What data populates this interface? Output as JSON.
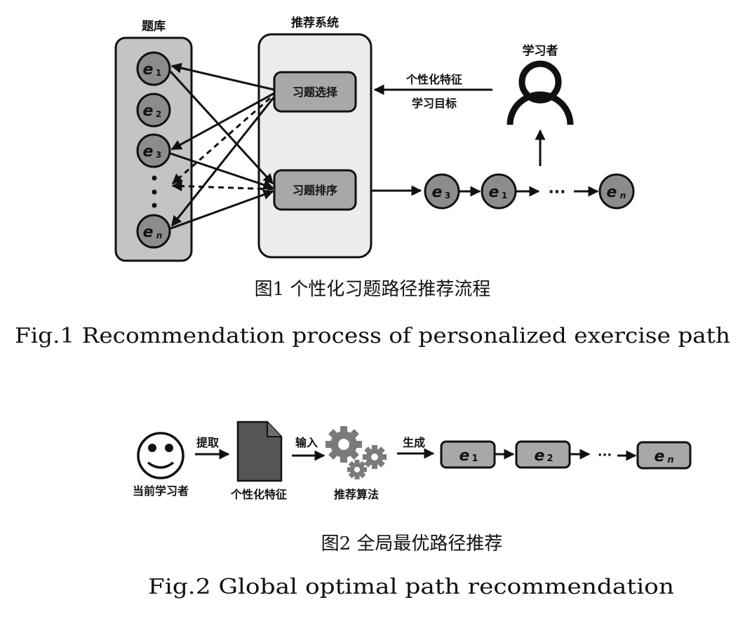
{
  "figure1": {
    "bank_title": "题库",
    "bank_nodes": [
      {
        "base": "e",
        "sub": "1"
      },
      {
        "base": "e",
        "sub": "2"
      },
      {
        "base": "e",
        "sub": "3"
      },
      {
        "base": "e",
        "sub": "n"
      }
    ],
    "system_title": "推荐系统",
    "select_box": "习题选择",
    "sort_box": "习题排序",
    "learner_title": "学习者",
    "feature_label": "个性化特征",
    "goal_label": "学习目标",
    "path_nodes": [
      {
        "base": "e",
        "sub": "3"
      },
      {
        "base": "e",
        "sub": "1"
      },
      {
        "base": "e",
        "sub": "n"
      }
    ],
    "ellipsis": "···",
    "caption_cn": "图1 个性化习题路径推荐流程",
    "caption_en": "Fig.1 Recommendation process of personalized exercise path"
  },
  "figure2": {
    "learner_label": "当前学习者",
    "extract_label": "提取",
    "feature_label": "个性化特征",
    "input_label": "输入",
    "algorithm_label": "推荐算法",
    "generate_label": "生成",
    "path_nodes": [
      {
        "base": "e",
        "sub": "1"
      },
      {
        "base": "e",
        "sub": "2"
      },
      {
        "base": "e",
        "sub": "n"
      }
    ],
    "ellipsis": "···",
    "caption_cn": "图2 全局最优路径推荐",
    "caption_en": "Fig.2 Global optimal path recommendation"
  },
  "colors": {
    "node_fill": "#8c8c8c",
    "bank_fill": "#c4c4c4",
    "system_fill": "#ececec",
    "box_fill": "#a8a8a8",
    "doc_fill": "#555555",
    "gear_fill": "#7a7a7a",
    "stroke": "#111111"
  }
}
